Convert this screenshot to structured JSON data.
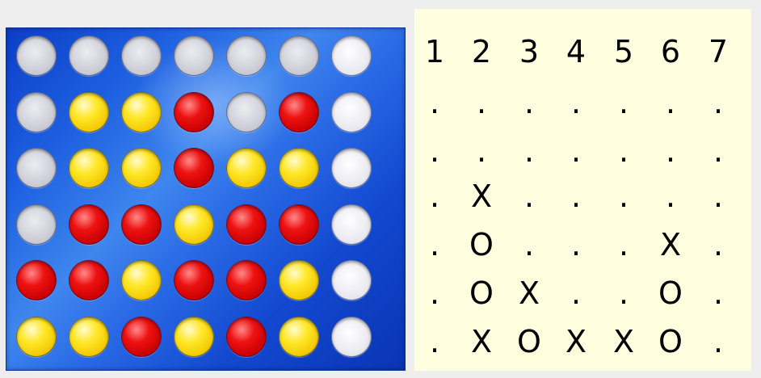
{
  "board": {
    "rows": [
      [
        "empty",
        "empty",
        "empty",
        "empty",
        "empty",
        "empty",
        "empty"
      ],
      [
        "empty",
        "yellow",
        "yellow",
        "red",
        "empty",
        "red",
        "empty"
      ],
      [
        "empty",
        "yellow",
        "yellow",
        "red",
        "yellow",
        "yellow",
        "empty"
      ],
      [
        "empty",
        "red",
        "red",
        "yellow",
        "red",
        "red",
        "empty"
      ],
      [
        "red",
        "red",
        "yellow",
        "red",
        "red",
        "yellow",
        "empty"
      ],
      [
        "yellow",
        "yellow",
        "red",
        "yellow",
        "red",
        "yellow",
        "empty"
      ]
    ],
    "colors": {
      "board_blue": "#1d5fe0",
      "red": "#ee1212",
      "yellow": "#ffe82a",
      "empty": "#c9c9d3"
    }
  },
  "text_board": {
    "header": [
      "1",
      "2",
      "3",
      "4",
      "5",
      "6",
      "7"
    ],
    "rows": [
      [
        ".",
        ".",
        ".",
        ".",
        ".",
        ".",
        "."
      ],
      [
        ".",
        ".",
        ".",
        ".",
        ".",
        ".",
        "."
      ],
      [
        ".",
        "X",
        ".",
        ".",
        ".",
        ".",
        "."
      ],
      [
        ".",
        "O",
        ".",
        ".",
        ".",
        "X",
        "."
      ],
      [
        ".",
        "O",
        "X",
        ".",
        ".",
        "O",
        "."
      ],
      [
        ".",
        "X",
        "O",
        "X",
        "X",
        "O",
        "."
      ]
    ],
    "background": "#ffffe0"
  }
}
